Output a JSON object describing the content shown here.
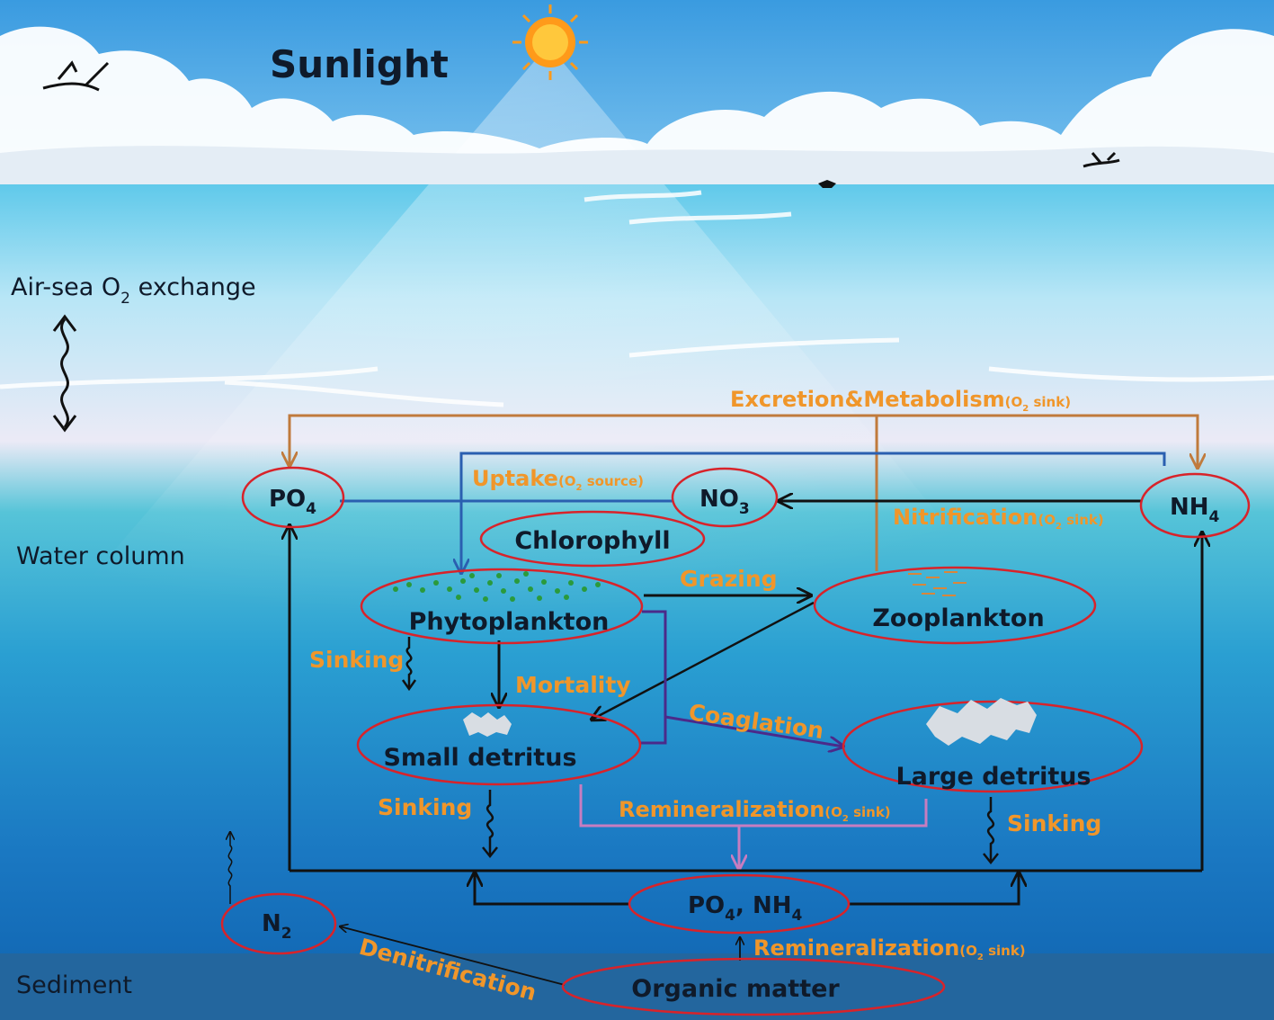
{
  "header": {
    "sunlight": "Sunlight"
  },
  "zones": {
    "air_sea_prefix": "Air-sea O",
    "air_sea_sub": "2",
    "air_sea_suffix": " exchange",
    "water_column": "Water column",
    "sediment": "Sediment"
  },
  "nodes": {
    "po4": {
      "main": "PO",
      "sub": "4"
    },
    "no3": {
      "main": "NO",
      "sub": "3"
    },
    "nh4": {
      "main": "NH",
      "sub": "4"
    },
    "chlorophyll": "Chlorophyll",
    "phytoplankton": "Phytoplankton",
    "zooplankton": "Zooplankton",
    "small_detritus": "Small detritus",
    "large_detritus": "Large detritus",
    "po4_nh4": {
      "a": "PO",
      "a_sub": "4",
      "b": ", NH",
      "b_sub": "4"
    },
    "n2": {
      "main": "N",
      "sub": "2"
    },
    "organic_matter": "Organic matter"
  },
  "processes": {
    "excretion": {
      "main": "Excretion&Metabolism",
      "qual": "(O",
      "sub": "2",
      "tail": " sink)"
    },
    "uptake": {
      "main": "Uptake",
      "qual": "(O",
      "sub": "2",
      "tail": " source)"
    },
    "nitrification": {
      "main": "Nitrification",
      "qual": "(O",
      "sub": "2",
      "tail": " sink)"
    },
    "grazing": "Grazing",
    "sinking_phyto": "Sinking",
    "mortality": "Mortality",
    "coaglation": "Coaglation",
    "sinking_small": "Sinking",
    "remin_water": {
      "main": "Remineralization",
      "qual": "(O",
      "sub": "2",
      "tail": " sink)"
    },
    "sinking_large": "Sinking",
    "remin_sed": {
      "main": "Remineralization",
      "qual": "(O",
      "sub": "2",
      "tail": " sink)"
    },
    "denitrification": "Denitrification"
  },
  "colors": {
    "label_orange": "#f0962a",
    "node_outline": "#d8232a",
    "arrow_black": "#111111",
    "arrow_blue": "#2a5fb0",
    "arrow_brown": "#c07a3c",
    "arrow_purple": "#4b2a8a",
    "arrow_pink": "#c77dc0"
  }
}
